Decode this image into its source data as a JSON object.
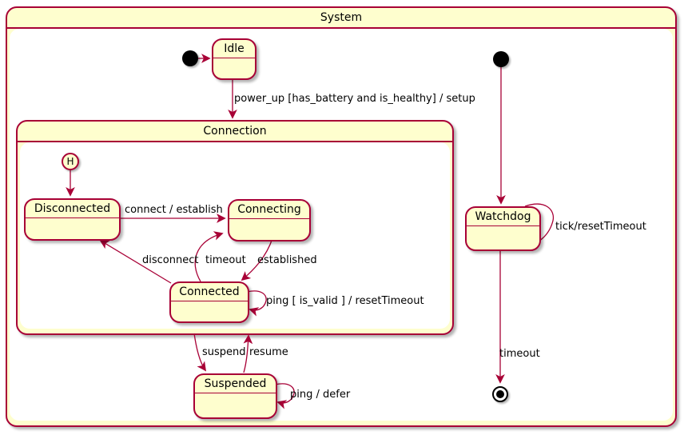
{
  "diagram": {
    "frames": {
      "system": {
        "title": "System"
      },
      "connection": {
        "title": "Connection"
      }
    },
    "states": {
      "idle": {
        "name": "Idle"
      },
      "disconnected": {
        "name": "Disconnected"
      },
      "connecting": {
        "name": "Connecting"
      },
      "connected": {
        "name": "Connected"
      },
      "suspended": {
        "name": "Suspended"
      },
      "watchdog": {
        "name": "Watchdog"
      }
    },
    "pseudostates": {
      "history_label": "H"
    },
    "transitions": {
      "power_up": {
        "label": "power_up [has_battery and is_healthy] / setup"
      },
      "connect": {
        "label": "connect / establish"
      },
      "disconnect": {
        "label": "disconnect"
      },
      "timeout": {
        "label": "timeout"
      },
      "established": {
        "label": "established"
      },
      "ping_valid": {
        "label": "ping [ is_valid ] / resetTimeout"
      },
      "suspend": {
        "label": "suspend"
      },
      "resume": {
        "label": "resume"
      },
      "ping_defer": {
        "label": "ping / defer"
      },
      "tick": {
        "label": "tick/resetTimeout"
      },
      "watchdog_timeout": {
        "label": "timeout"
      }
    },
    "colors": {
      "state_fill": "#FEFECE",
      "border": "#A80036",
      "text": "#000000",
      "background": "#FFFFFF",
      "terminal": "#000000"
    }
  }
}
